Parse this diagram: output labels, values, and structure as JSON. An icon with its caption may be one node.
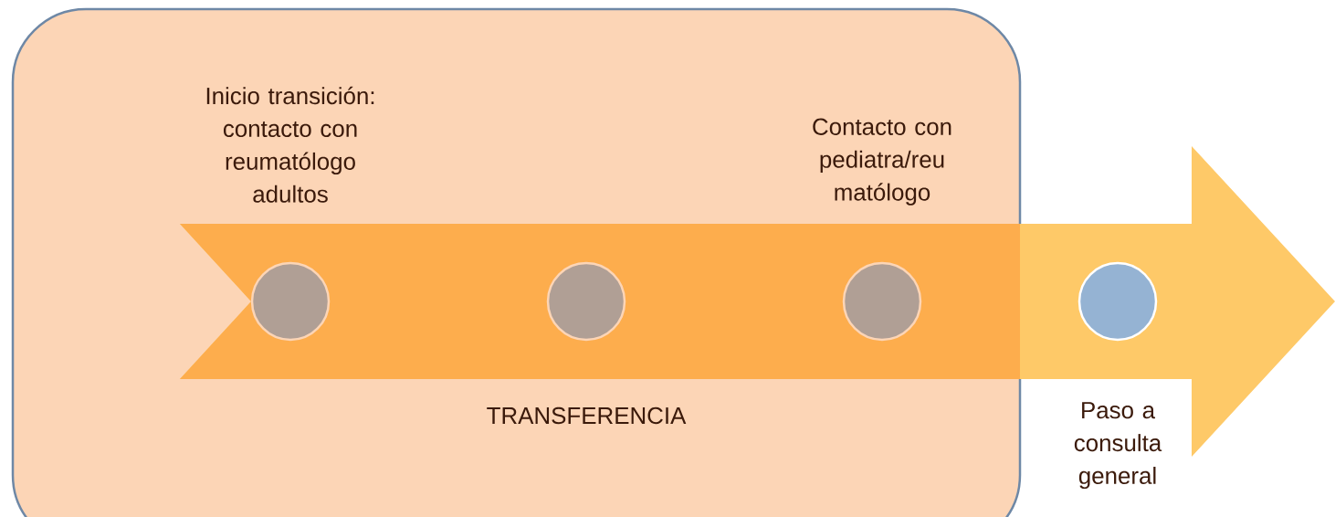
{
  "diagram": {
    "nodes": [
      {
        "text": [
          "TRANSFERENCIA"
        ]
      },
      {
        "text": [],
        "shape": "circle",
        "in": 0,
        "beside": [
          "Inicio transición: contacto con reumatólogo adultos"
        ]
      },
      {
        "text": [],
        "shape": "circle",
        "in": 0
      },
      {
        "text": [],
        "shape": "circle",
        "in": 0,
        "beside": [
          "Contacto con pediatra/reu matólogo"
        ]
      },
      {
        "text": [],
        "shape": "circle",
        "beside": [
          "Paso a consulta general"
        ]
      }
    ],
    "edges": []
  }
}
